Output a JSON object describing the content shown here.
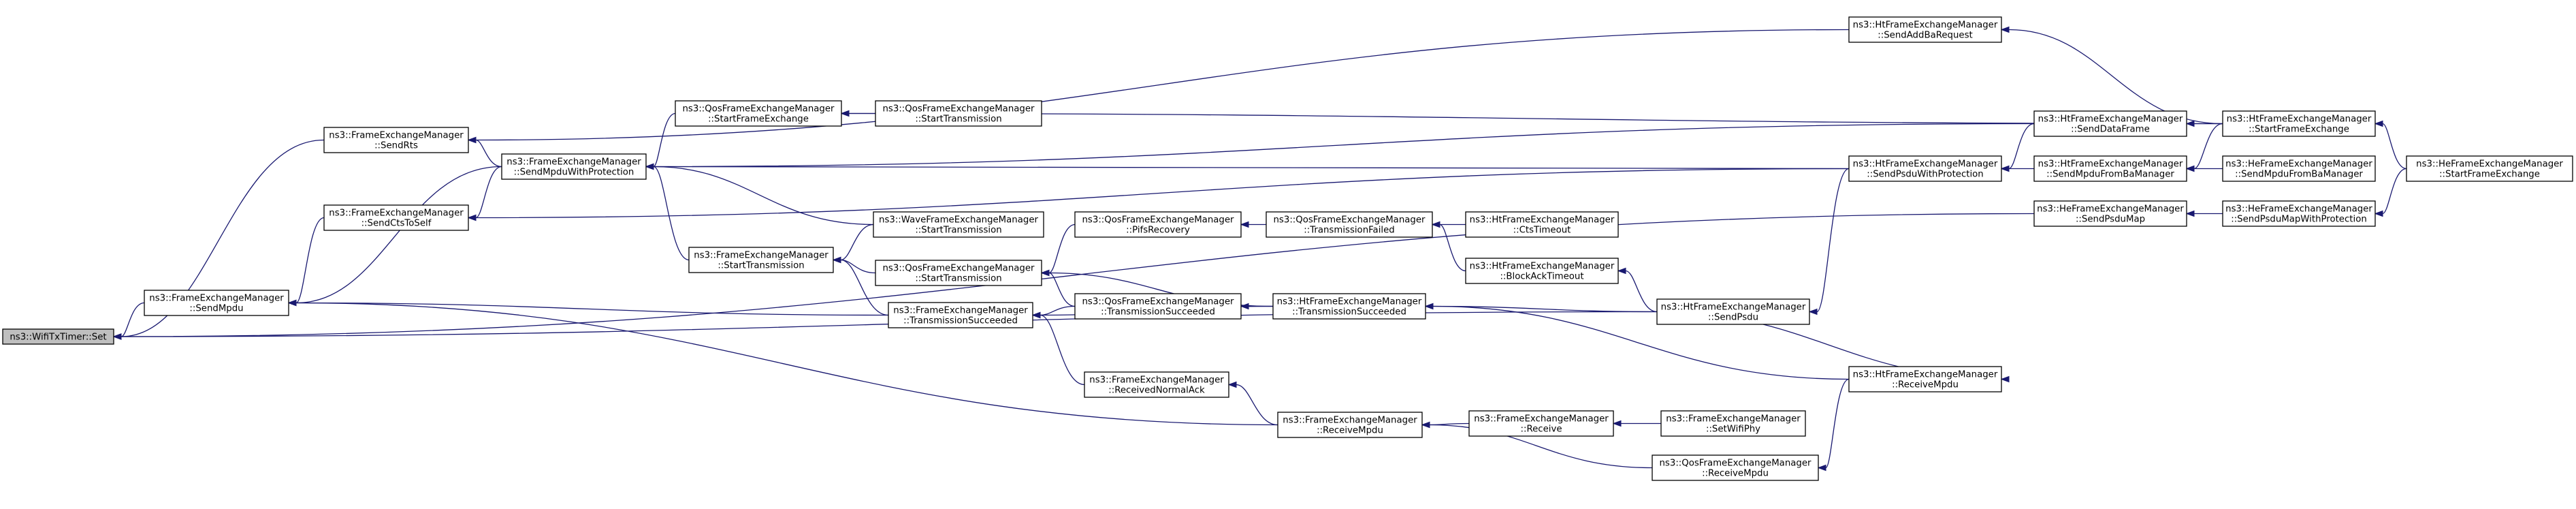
{
  "graph": {
    "title": "",
    "nodes": [
      {
        "id": "root",
        "lines": [
          "ns3::WifiTxTimer::Set"
        ]
      },
      {
        "id": "sendmpdu",
        "lines": [
          "ns3::FrameExchangeManager",
          "::SendMpdu"
        ]
      },
      {
        "id": "sendrts",
        "lines": [
          "ns3::FrameExchangeManager",
          "::SendRts"
        ]
      },
      {
        "id": "sendctstoself",
        "lines": [
          "ns3::FrameExchangeManager",
          "::SendCtsToSelf"
        ]
      },
      {
        "id": "sendmpduwithprot",
        "lines": [
          "ns3::FrameExchangeManager",
          "::SendMpduWithProtection"
        ]
      },
      {
        "id": "fem_starttx",
        "lines": [
          "ns3::FrameExchangeManager",
          "::StartTransmission"
        ]
      },
      {
        "id": "fem_txsucc",
        "lines": [
          "ns3::FrameExchangeManager",
          "::TransmissionSucceeded"
        ]
      },
      {
        "id": "qos_startfe",
        "lines": [
          "ns3::QosFrameExchangeManager",
          "::StartFrameExchange"
        ]
      },
      {
        "id": "qos_starttx_a",
        "lines": [
          "ns3::QosFrameExchangeManager",
          "::StartTransmission"
        ]
      },
      {
        "id": "wave_starttx",
        "lines": [
          "ns3::WaveFrameExchangeManager",
          "::StartTransmission"
        ]
      },
      {
        "id": "qos_starttx_b",
        "lines": [
          "ns3::QosFrameExchangeManager",
          "::StartTransmission"
        ]
      },
      {
        "id": "qos_pifs",
        "lines": [
          "ns3::QosFrameExchangeManager",
          "::PifsRecovery"
        ]
      },
      {
        "id": "qos_txsucc",
        "lines": [
          "ns3::QosFrameExchangeManager",
          "::TransmissionSucceeded"
        ]
      },
      {
        "id": "fem_recvnormalack",
        "lines": [
          "ns3::FrameExchangeManager",
          "::ReceivedNormalAck"
        ]
      },
      {
        "id": "qos_txfailed",
        "lines": [
          "ns3::QosFrameExchangeManager",
          "::TransmissionFailed"
        ]
      },
      {
        "id": "ht_txsucc",
        "lines": [
          "ns3::HtFrameExchangeManager",
          "::TransmissionSucceeded"
        ]
      },
      {
        "id": "fem_recvmpdu",
        "lines": [
          "ns3::FrameExchangeManager",
          "::ReceiveMpdu"
        ]
      },
      {
        "id": "ht_ctstimeout",
        "lines": [
          "ns3::HtFrameExchangeManager",
          "::CtsTimeout"
        ]
      },
      {
        "id": "ht_blockacktimeout",
        "lines": [
          "ns3::HtFrameExchangeManager",
          "::BlockAckTimeout"
        ]
      },
      {
        "id": "fem_receive",
        "lines": [
          "ns3::FrameExchangeManager",
          "::Receive"
        ]
      },
      {
        "id": "ht_sendpsdu",
        "lines": [
          "ns3::HtFrameExchangeManager",
          "::SendPsdu"
        ]
      },
      {
        "id": "fem_setwifiphy",
        "lines": [
          "ns3::FrameExchangeManager",
          "::SetWifiPhy"
        ]
      },
      {
        "id": "qos_recvmpdu",
        "lines": [
          "ns3::QosFrameExchangeManager",
          "::ReceiveMpdu"
        ]
      },
      {
        "id": "ht_sendaddba",
        "lines": [
          "ns3::HtFrameExchangeManager",
          "::SendAddBaRequest"
        ]
      },
      {
        "id": "ht_sendpsduwithprot",
        "lines": [
          "ns3::HtFrameExchangeManager",
          "::SendPsduWithProtection"
        ]
      },
      {
        "id": "ht_recvmpdu",
        "lines": [
          "ns3::HtFrameExchangeManager",
          "::ReceiveMpdu"
        ]
      },
      {
        "id": "ht_senddataframe",
        "lines": [
          "ns3::HtFrameExchangeManager",
          "::SendDataFrame"
        ]
      },
      {
        "id": "ht_sendmpdufromba",
        "lines": [
          "ns3::HtFrameExchangeManager",
          "::SendMpduFromBaManager"
        ]
      },
      {
        "id": "he_sendpsdumap",
        "lines": [
          "ns3::HeFrameExchangeManager",
          "::SendPsduMap"
        ]
      },
      {
        "id": "ht_startfe",
        "lines": [
          "ns3::HtFrameExchangeManager",
          "::StartFrameExchange"
        ]
      },
      {
        "id": "he_sendmpdufromba",
        "lines": [
          "ns3::HeFrameExchangeManager",
          "::SendMpduFromBaManager"
        ]
      },
      {
        "id": "he_sendpsdumapwithprot",
        "lines": [
          "ns3::HeFrameExchangeManager",
          "::SendPsduMapWithProtection"
        ]
      },
      {
        "id": "he_startfe",
        "lines": [
          "ns3::HeFrameExchangeManager",
          "::StartFrameExchange"
        ]
      }
    ],
    "edges": [
      {
        "from": "sendmpdu",
        "to": "root"
      },
      {
        "from": "sendrts",
        "to": "root"
      },
      {
        "from": "ht_sendpsdu",
        "to": "root"
      },
      {
        "from": "he_sendpsdumap",
        "to": "root"
      },
      {
        "from": "sendmpduwithprot",
        "to": "sendmpdu"
      },
      {
        "from": "sendctstoself",
        "to": "sendmpdu"
      },
      {
        "from": "fem_txsucc",
        "to": "sendmpdu"
      },
      {
        "from": "fem_recvmpdu",
        "to": "sendmpdu"
      },
      {
        "from": "sendmpduwithprot",
        "to": "sendrts"
      },
      {
        "from": "ht_sendaddba",
        "to": "sendrts"
      },
      {
        "from": "sendmpduwithprot",
        "to": "sendctstoself"
      },
      {
        "from": "ht_sendpsduwithprot",
        "to": "sendctstoself"
      },
      {
        "from": "qos_startfe",
        "to": "sendmpduwithprot"
      },
      {
        "from": "fem_starttx",
        "to": "sendmpduwithprot"
      },
      {
        "from": "wave_starttx",
        "to": "sendmpduwithprot"
      },
      {
        "from": "ht_senddataframe",
        "to": "sendmpduwithprot"
      },
      {
        "from": "ht_sendpsduwithprot",
        "to": "sendmpduwithprot"
      },
      {
        "from": "qos_starttx_a",
        "to": "qos_startfe"
      },
      {
        "from": "ht_startfe",
        "to": "qos_startfe"
      },
      {
        "from": "wave_starttx",
        "to": "fem_starttx"
      },
      {
        "from": "qos_starttx_b",
        "to": "fem_starttx"
      },
      {
        "from": "fem_txsucc",
        "to": "fem_starttx"
      },
      {
        "from": "qos_txsucc",
        "to": "fem_txsucc"
      },
      {
        "from": "ht_txsucc",
        "to": "fem_txsucc"
      },
      {
        "from": "fem_recvnormalack",
        "to": "fem_txsucc"
      },
      {
        "from": "qos_pifs",
        "to": "qos_starttx_b"
      },
      {
        "from": "qos_txsucc",
        "to": "qos_starttx_b"
      },
      {
        "from": "ht_txsucc",
        "to": "qos_starttx_b"
      },
      {
        "from": "qos_txfailed",
        "to": "qos_pifs"
      },
      {
        "from": "ht_ctstimeout",
        "to": "qos_txfailed"
      },
      {
        "from": "ht_blockacktimeout",
        "to": "qos_txfailed"
      },
      {
        "from": "ht_txsucc",
        "to": "qos_txsucc"
      },
      {
        "from": "ht_sendpsdu",
        "to": "ht_txsucc"
      },
      {
        "from": "ht_recvmpdu",
        "to": "ht_txsucc"
      },
      {
        "from": "ht_sendpsdu",
        "to": "ht_blockacktimeout"
      },
      {
        "from": "fem_recvmpdu",
        "to": "fem_recvnormalack"
      },
      {
        "from": "fem_receive",
        "to": "fem_recvmpdu"
      },
      {
        "from": "qos_recvmpdu",
        "to": "fem_recvmpdu"
      },
      {
        "from": "fem_setwifiphy",
        "to": "fem_receive"
      },
      {
        "from": "ht_recvmpdu",
        "to": "qos_recvmpdu"
      },
      {
        "from": "ht_sendpsdu",
        "to": "ht_recvmpdu"
      },
      {
        "from": "ht_sendpsduwithprot",
        "to": "ht_sendpsdu"
      },
      {
        "from": "ht_startfe",
        "to": "ht_sendaddba"
      },
      {
        "from": "ht_senddataframe",
        "to": "ht_sendpsduwithprot"
      },
      {
        "from": "ht_sendmpdufromba",
        "to": "ht_sendpsduwithprot"
      },
      {
        "from": "ht_startfe",
        "to": "ht_senddataframe"
      },
      {
        "from": "ht_startfe",
        "to": "ht_sendmpdufromba"
      },
      {
        "from": "he_sendmpdufromba",
        "to": "ht_sendmpdufromba"
      },
      {
        "from": "he_sendpsdumapwithprot",
        "to": "he_sendpsdumap"
      },
      {
        "from": "he_startfe",
        "to": "ht_startfe"
      },
      {
        "from": "he_startfe",
        "to": "he_sendpsdumapwithprot"
      }
    ]
  }
}
